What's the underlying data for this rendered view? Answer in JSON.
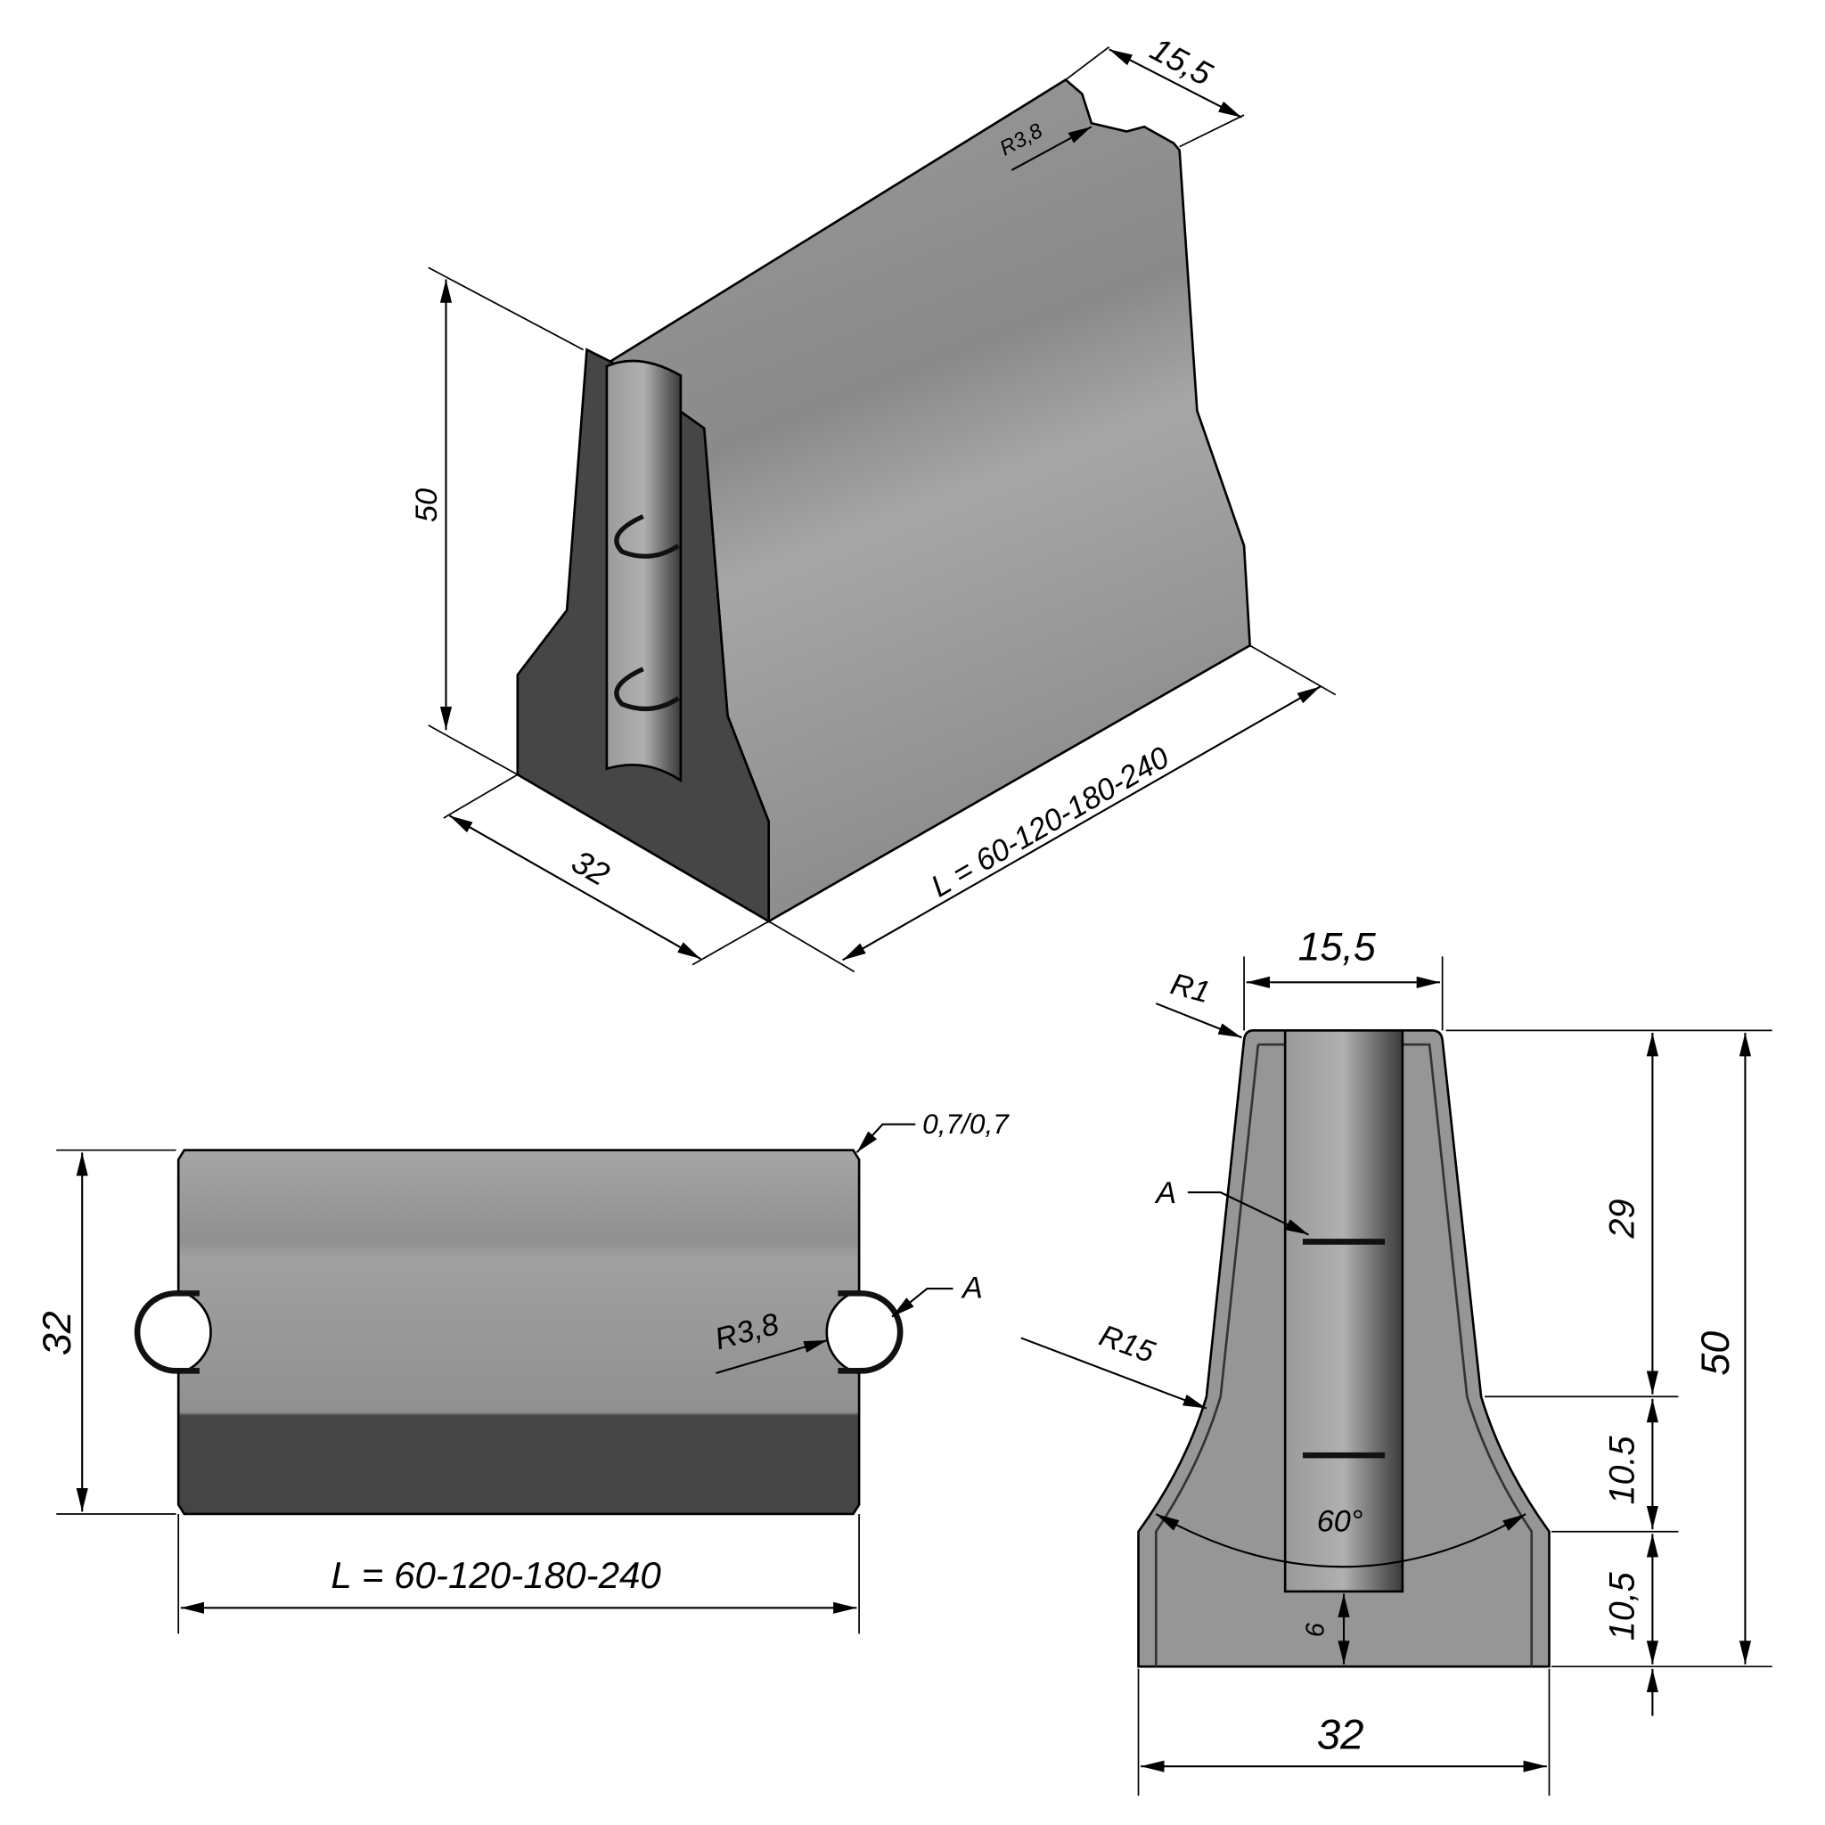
{
  "iso_view": {
    "width_top": "15,5",
    "radius_notch": "R3,8",
    "height": "50",
    "depth": "32",
    "length": "L = 60-120-180-240"
  },
  "plan_view": {
    "chamfer": "0,7/0,7",
    "radius_notch": "R3,8",
    "loop_label": "A",
    "width": "32",
    "length": "L = 60-120-180-240"
  },
  "section_view": {
    "top_width": "15,5",
    "top_radius": "R1",
    "loop_label": "A",
    "fillet_radius": "R15",
    "angle": "60°",
    "slot_bottom": "6",
    "upper_height": "29",
    "middle_height": "10.5",
    "lower_height": "10,5",
    "total_height": "50",
    "base_width": "32"
  },
  "colors": {
    "dark": "#464646",
    "mid": "#8e8e8e",
    "light": "#a8a8a8"
  }
}
